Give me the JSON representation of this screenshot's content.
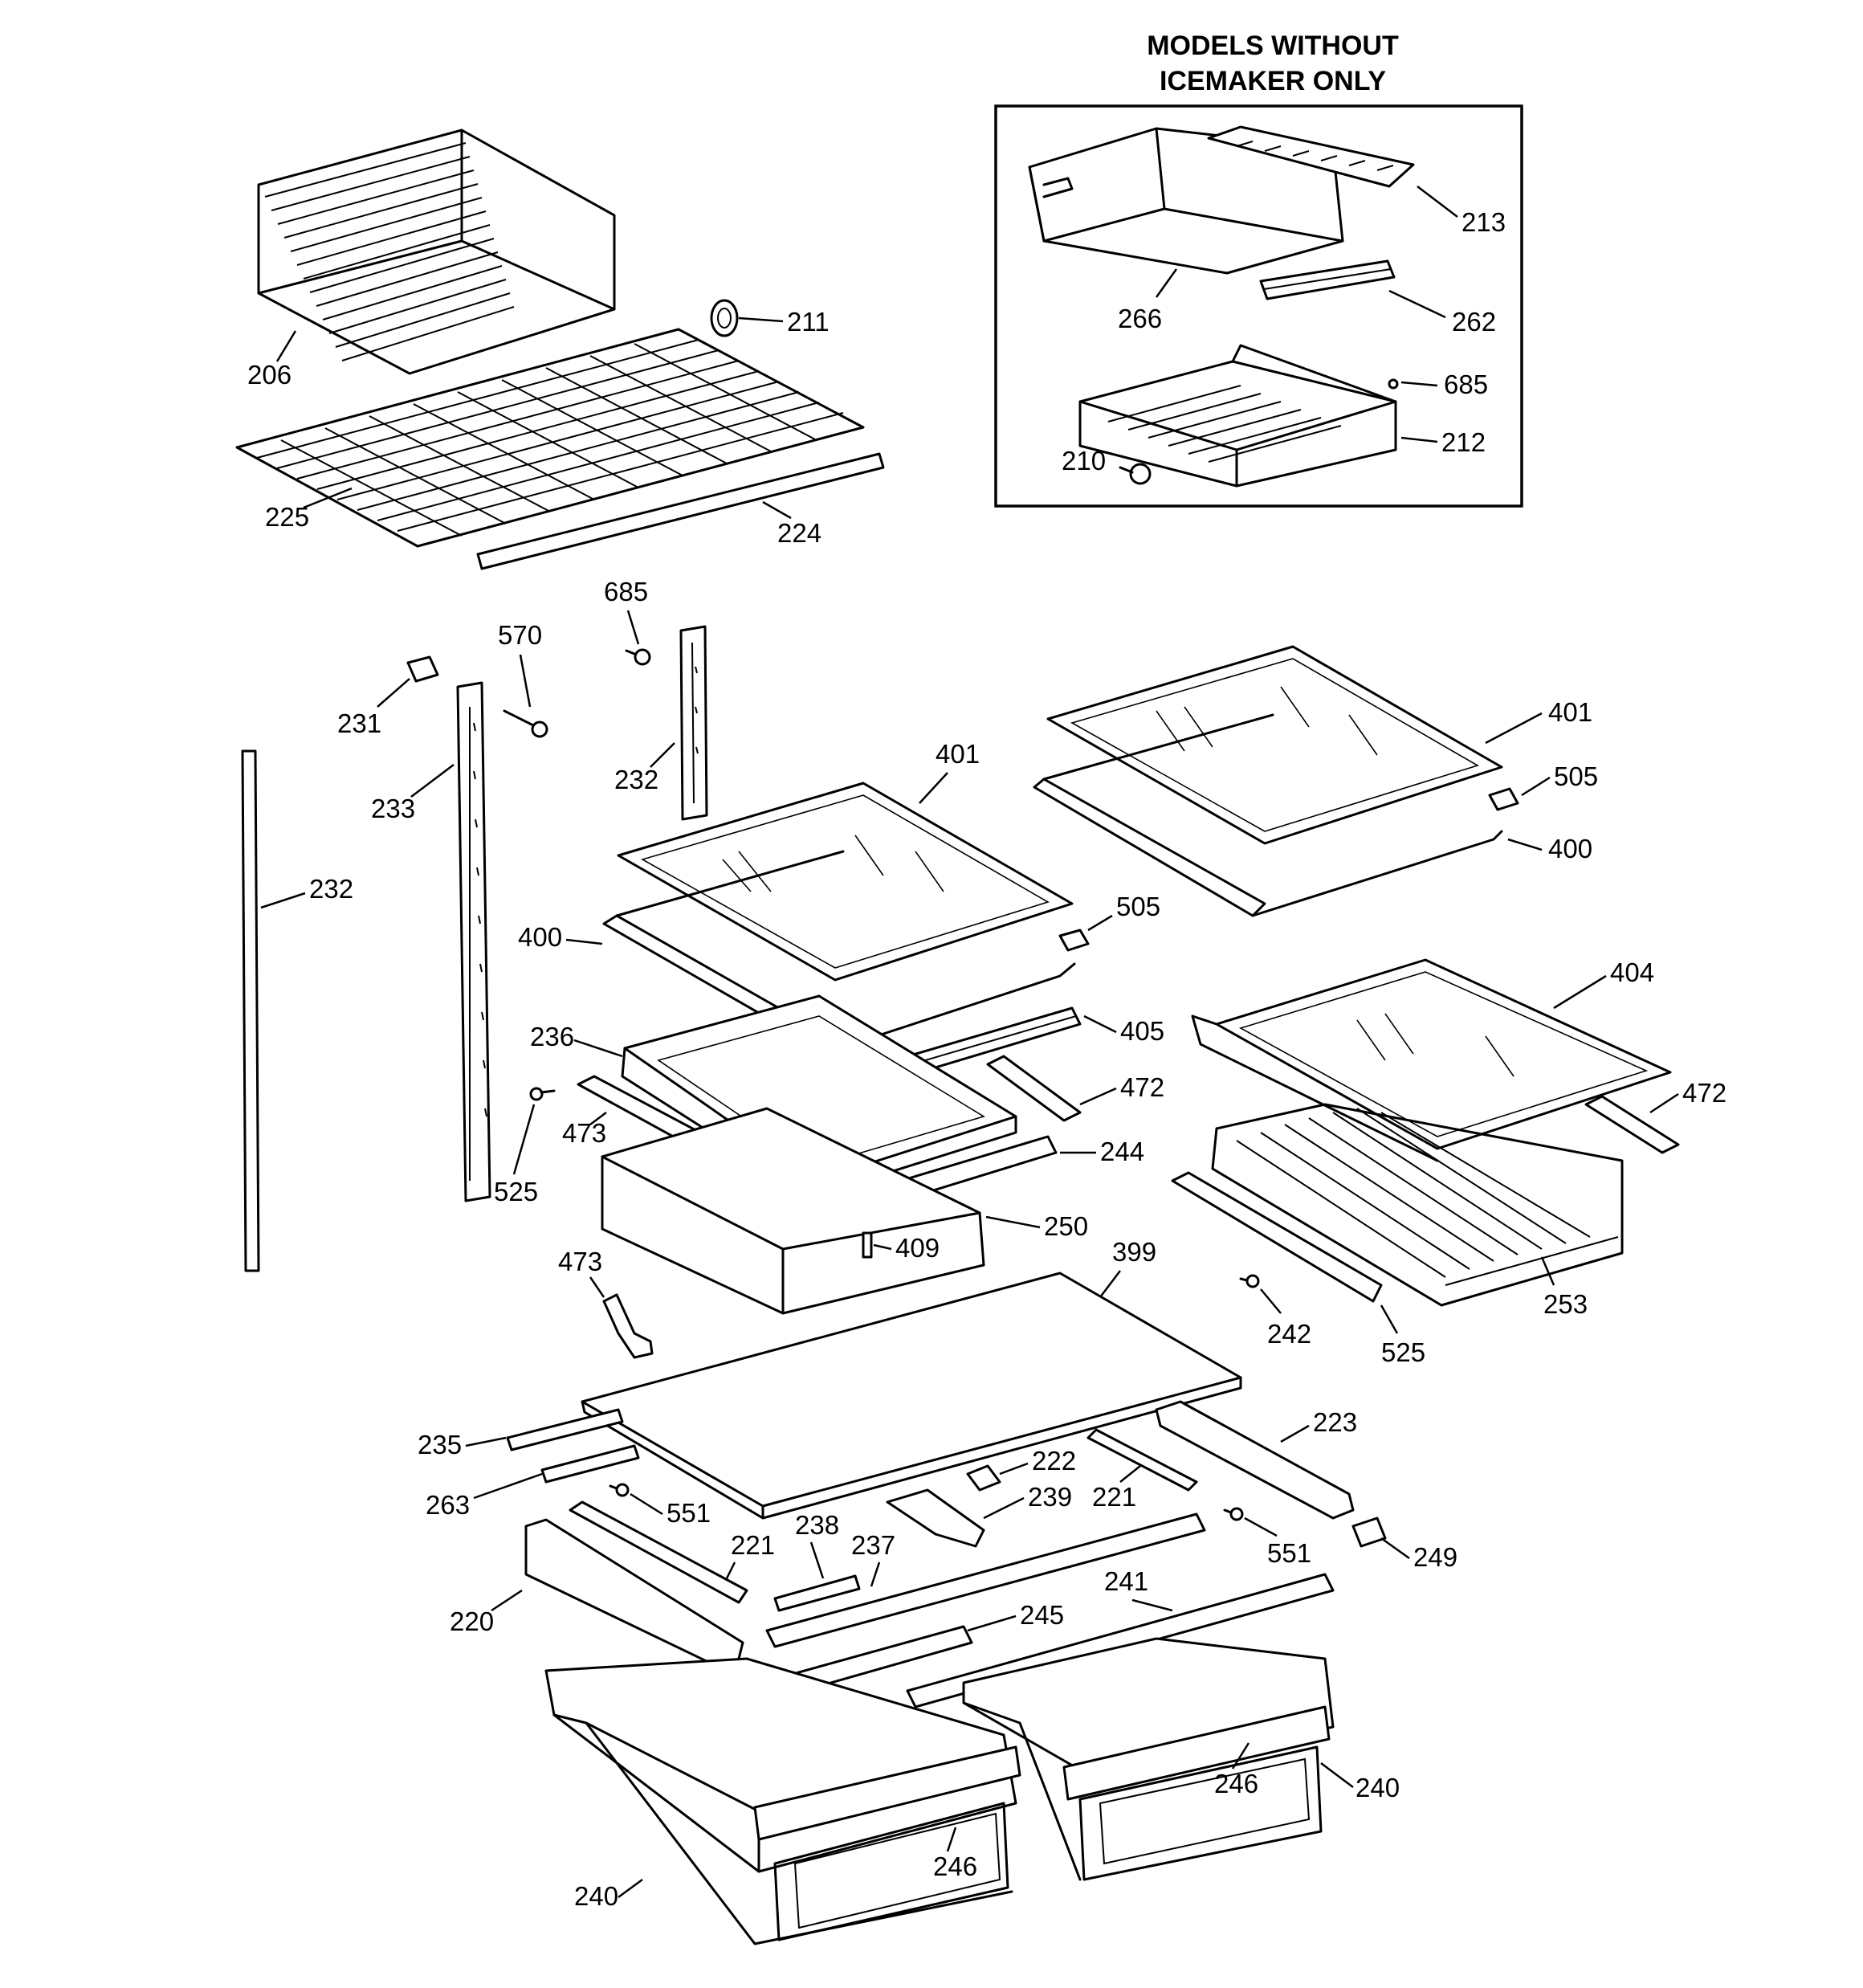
{
  "inset": {
    "title_line1": "MODELS WITHOUT",
    "title_line2": "ICEMAKER ONLY"
  },
  "callouts": [
    {
      "id": "c213",
      "text": "213"
    },
    {
      "id": "c266",
      "text": "266"
    },
    {
      "id": "c262",
      "text": "262"
    },
    {
      "id": "c685a",
      "text": "685"
    },
    {
      "id": "c212",
      "text": "212"
    },
    {
      "id": "c210",
      "text": "210"
    },
    {
      "id": "c211",
      "text": "211"
    },
    {
      "id": "c206",
      "text": "206"
    },
    {
      "id": "c225",
      "text": "225"
    },
    {
      "id": "c224",
      "text": "224"
    },
    {
      "id": "c685b",
      "text": "685"
    },
    {
      "id": "c570",
      "text": "570"
    },
    {
      "id": "c231",
      "text": "231"
    },
    {
      "id": "c233",
      "text": "233"
    },
    {
      "id": "c232a",
      "text": "232"
    },
    {
      "id": "c232b",
      "text": "232"
    },
    {
      "id": "c401a",
      "text": "401"
    },
    {
      "id": "c401b",
      "text": "401"
    },
    {
      "id": "c505a",
      "text": "505"
    },
    {
      "id": "c400a",
      "text": "400"
    },
    {
      "id": "c400b",
      "text": "400"
    },
    {
      "id": "c505b",
      "text": "505"
    },
    {
      "id": "c404",
      "text": "404"
    },
    {
      "id": "c405",
      "text": "405"
    },
    {
      "id": "c236",
      "text": "236"
    },
    {
      "id": "c472a",
      "text": "472"
    },
    {
      "id": "c472b",
      "text": "472"
    },
    {
      "id": "c473a",
      "text": "473"
    },
    {
      "id": "c244",
      "text": "244"
    },
    {
      "id": "c525a",
      "text": "525"
    },
    {
      "id": "c250",
      "text": "250"
    },
    {
      "id": "c409",
      "text": "409"
    },
    {
      "id": "c242",
      "text": "242"
    },
    {
      "id": "c253",
      "text": "253"
    },
    {
      "id": "c525b",
      "text": "525"
    },
    {
      "id": "c399",
      "text": "399"
    },
    {
      "id": "c473b",
      "text": "473"
    },
    {
      "id": "c223",
      "text": "223"
    },
    {
      "id": "c235",
      "text": "235"
    },
    {
      "id": "c222",
      "text": "222"
    },
    {
      "id": "c263",
      "text": "263"
    },
    {
      "id": "c239",
      "text": "239"
    },
    {
      "id": "c221a",
      "text": "221"
    },
    {
      "id": "c551a",
      "text": "551"
    },
    {
      "id": "c238",
      "text": "238"
    },
    {
      "id": "c221b",
      "text": "221"
    },
    {
      "id": "c237",
      "text": "237"
    },
    {
      "id": "c551b",
      "text": "551"
    },
    {
      "id": "c249",
      "text": "249"
    },
    {
      "id": "c220",
      "text": "220"
    },
    {
      "id": "c241",
      "text": "241"
    },
    {
      "id": "c245",
      "text": "245"
    },
    {
      "id": "c246a",
      "text": "246"
    },
    {
      "id": "c240a",
      "text": "240"
    },
    {
      "id": "c246b",
      "text": "246"
    },
    {
      "id": "c240b",
      "text": "240"
    }
  ]
}
